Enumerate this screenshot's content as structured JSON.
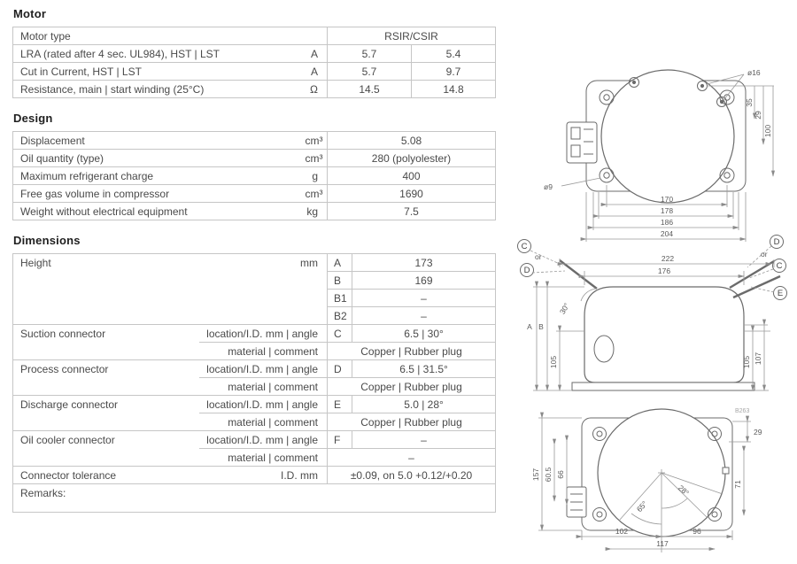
{
  "motor": {
    "title": "Motor",
    "rows": [
      {
        "label": "Motor type",
        "value": "RSIR/CSIR"
      },
      {
        "label": "LRA (rated after 4 sec. UL984), HST | LST",
        "unit": "A",
        "v1": "5.7",
        "v2": "5.4"
      },
      {
        "label": "Cut in Current, HST | LST",
        "unit": "A",
        "v1": "5.7",
        "v2": "9.7"
      },
      {
        "label": "Resistance, main | start winding (25°C)",
        "unit": "Ω",
        "v1": "14.5",
        "v2": "14.8"
      }
    ]
  },
  "design": {
    "title": "Design",
    "rows": [
      {
        "label": "Displacement",
        "unit": "cm³",
        "value": "5.08"
      },
      {
        "label": "Oil quantity (type)",
        "unit": "cm³",
        "value": "280 (polyolester)"
      },
      {
        "label": "Maximum refrigerant charge",
        "unit": "g",
        "value": "400"
      },
      {
        "label": "Free gas volume in compressor",
        "unit": "cm³",
        "value": "1690"
      },
      {
        "label": "Weight without electrical equipment",
        "unit": "kg",
        "value": "7.5"
      }
    ]
  },
  "dimensions": {
    "title": "Dimensions",
    "height": {
      "label": "Height",
      "unit": "mm",
      "entries": [
        {
          "letter": "A",
          "value": "173"
        },
        {
          "letter": "B",
          "value": "169"
        },
        {
          "letter": "B1",
          "value": "–"
        },
        {
          "letter": "B2",
          "value": "–"
        }
      ]
    },
    "connectors": [
      {
        "label": "Suction connector",
        "row1_sub": "location/I.D. mm | angle",
        "letter": "C",
        "row1_value": "6.5 | 30°",
        "row2_sub": "material | comment",
        "row2_value": "Copper | Rubber plug"
      },
      {
        "label": "Process connector",
        "row1_sub": "location/I.D. mm | angle",
        "letter": "D",
        "row1_value": "6.5 | 31.5°",
        "row2_sub": "material | comment",
        "row2_value": "Copper | Rubber plug"
      },
      {
        "label": "Discharge connector",
        "row1_sub": "location/I.D. mm | angle",
        "letter": "E",
        "row1_value": "5.0 | 28°",
        "row2_sub": "material | comment",
        "row2_value": "Copper | Rubber plug"
      },
      {
        "label": "Oil cooler connector",
        "row1_sub": "location/I.D. mm | angle",
        "letter": "F",
        "row1_value": "–",
        "row2_sub": "material | comment",
        "row2_value": "–"
      }
    ],
    "tolerance": {
      "label": "Connector tolerance",
      "sub": "I.D. mm",
      "value": "±0.09, on 5.0 +0.12/+0.20"
    },
    "remarks_label": "Remarks:"
  },
  "drawings": {
    "top_view": {
      "dia_top": "ø16",
      "dia_bottom": "ø9",
      "width_dims": [
        "170",
        "178",
        "186",
        "204"
      ],
      "side_dims": [
        "35",
        "29",
        "100"
      ]
    },
    "side_view": {
      "left_conn_top": "C",
      "left_conn_bottom": "D",
      "or_label": "or",
      "right_conn_top": "D",
      "right_conn_mid": "C",
      "right_conn_bottom": "E",
      "dim_overall_width": "222",
      "dim_shell_width": "176",
      "dim_a": "A",
      "dim_b": "B",
      "dim_left_105": "105",
      "dim_right_105": "105",
      "dim_right_107": "107",
      "angle_label": "30°"
    },
    "bottom_view": {
      "dim_157": "157",
      "dim_60_5": "60.5",
      "dim_66": "66",
      "dim_102": "102",
      "dim_96": "96",
      "dim_117": "117",
      "dim_29": "29",
      "dim_71": "71",
      "angle_1": "28°",
      "angle_2": "65°",
      "ref_code": "B263"
    }
  }
}
